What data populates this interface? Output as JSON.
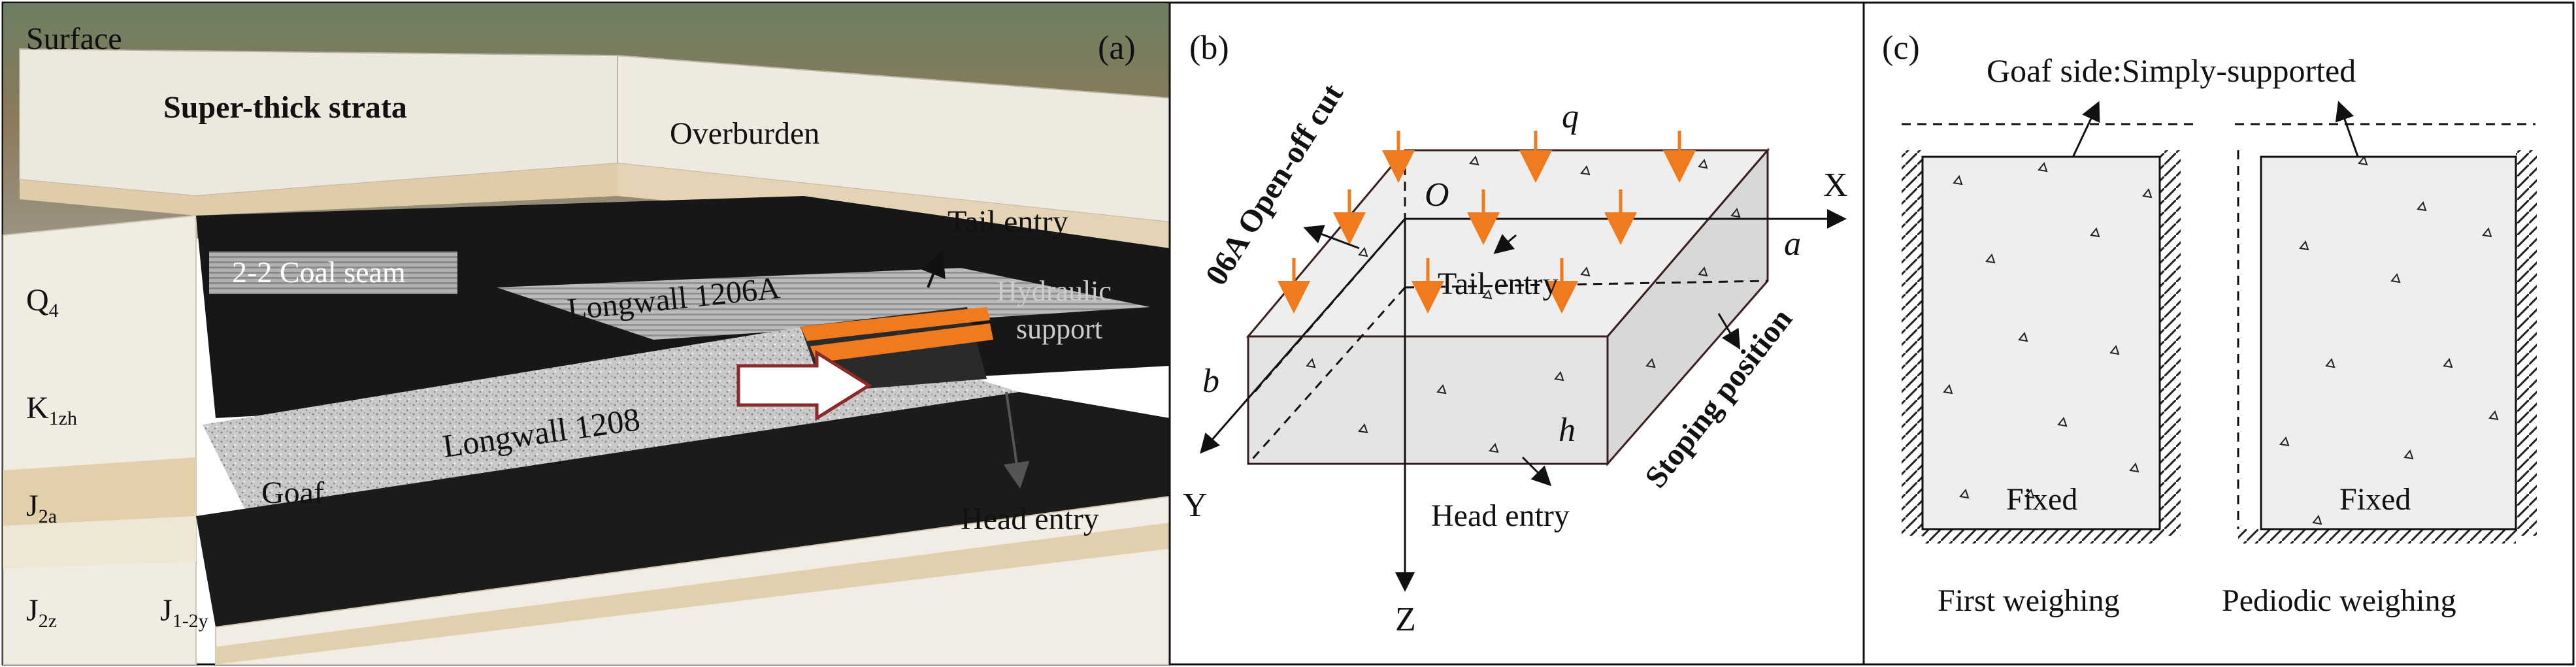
{
  "panel_a": {
    "label": "(a)",
    "surface": "Surface",
    "super_thick": "Super-thick strata",
    "overburden": "Overburden",
    "tail_entry": "Tail entry",
    "coal_seam": "2-2 Coal seam",
    "longwall_1206a": "Longwall 1206A",
    "hydraulic_line1": "Hydraulic",
    "hydraulic_line2": "support",
    "q4": "Q",
    "q4_sub": "4",
    "k1zh": "K",
    "k1zh_sub": "1zh",
    "longwall_1208": "Longwall 1208",
    "goaf": "Goaf",
    "j2a": "J",
    "j2a_sub": "2a",
    "head_entry": "Head entry",
    "j2z": "J",
    "j2z_sub": "2z",
    "j12y": "J",
    "j12y_sub": "1-2y"
  },
  "panel_b": {
    "label": "(b)",
    "open_off_cut": "06A Open-off cut",
    "q": "q",
    "o": "O",
    "x": "X",
    "a": "a",
    "tail_entry": "Tail entry",
    "b": "b",
    "stoping": "Stoping position",
    "h": "h",
    "y": "Y",
    "head_entry": "Head entry",
    "z": "Z"
  },
  "panel_c": {
    "label": "(c)",
    "goaf_side": "Goaf side:Simply-supported",
    "fixed_left": "Fixed",
    "fixed_right": "Fixed",
    "first_weighing": "First weighing",
    "periodic_weighing": "Pediodic weighing"
  },
  "colors": {
    "arrow_orange": "#f07a1e",
    "coal_black": "#161616",
    "strata_cream": "#eae4d4",
    "strata_tan": "#e0cfae",
    "goaf_gray": "#c8c8c8",
    "block_gray": "#e6e6e6"
  }
}
